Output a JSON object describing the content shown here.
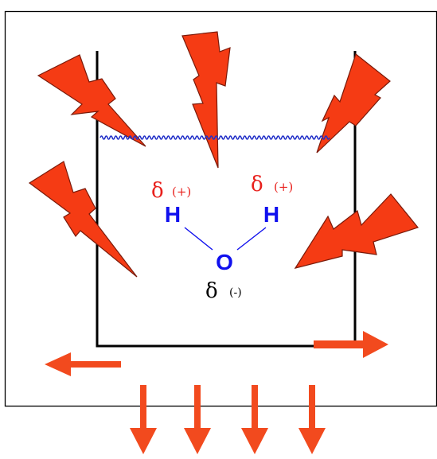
{
  "molecule": {
    "atom_h_left": "H",
    "atom_h_right": "H",
    "atom_o": "O"
  },
  "charges": {
    "delta_symbol": "δ",
    "h_left_sign": "(+)",
    "h_right_sign": "(+)",
    "o_sign": "(-)"
  },
  "colors": {
    "frame": "#000000",
    "lightning_fill": "#f53b14",
    "lightning_stroke": "#7a1a0a",
    "arrow": "#f24a1e",
    "wave": "#2230c8",
    "atom": "#1010ee",
    "bond": "#1010ee",
    "delta_positive": "#e8201c",
    "delta_negative": "#000000"
  },
  "icons": {
    "heat_source": "lightning-bolt-icon",
    "heat_flow": "arrow-icon"
  }
}
